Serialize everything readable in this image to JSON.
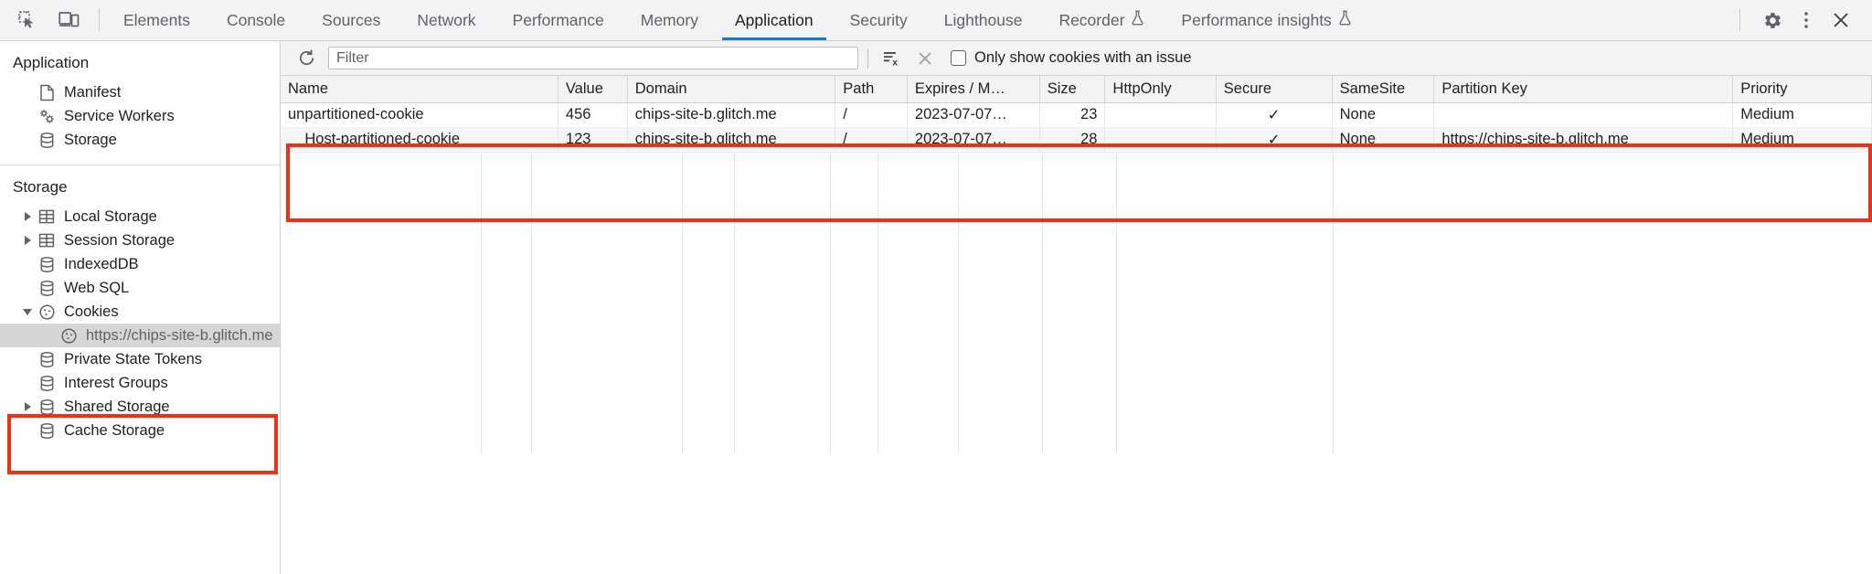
{
  "toolbar": {
    "inspect_icon": "inspect-element-icon",
    "device_icon": "device-toolbar-icon",
    "tabs": [
      {
        "label": "Elements",
        "active": false,
        "experimental": false
      },
      {
        "label": "Console",
        "active": false,
        "experimental": false
      },
      {
        "label": "Sources",
        "active": false,
        "experimental": false
      },
      {
        "label": "Network",
        "active": false,
        "experimental": false
      },
      {
        "label": "Performance",
        "active": false,
        "experimental": false
      },
      {
        "label": "Memory",
        "active": false,
        "experimental": false
      },
      {
        "label": "Application",
        "active": true,
        "experimental": false
      },
      {
        "label": "Security",
        "active": false,
        "experimental": false
      },
      {
        "label": "Lighthouse",
        "active": false,
        "experimental": false
      },
      {
        "label": "Recorder",
        "active": false,
        "experimental": true
      },
      {
        "label": "Performance insights",
        "active": false,
        "experimental": true
      }
    ],
    "settings_icon": "gear-icon",
    "more_icon": "more-vertical-icon",
    "close_icon": "close-icon",
    "accent_color": "#1a73e8"
  },
  "sidebar": {
    "application": {
      "title": "Application",
      "items": [
        {
          "label": "Manifest",
          "icon": "manifest-document-icon"
        },
        {
          "label": "Service Workers",
          "icon": "service-workers-gears-icon"
        },
        {
          "label": "Storage",
          "icon": "database-icon"
        }
      ]
    },
    "storage": {
      "title": "Storage",
      "items": [
        {
          "label": "Local Storage",
          "icon": "table-grid-icon",
          "expandable": true,
          "expanded": false,
          "selected": false,
          "indent": 1
        },
        {
          "label": "Session Storage",
          "icon": "table-grid-icon",
          "expandable": true,
          "expanded": false,
          "selected": false,
          "indent": 1
        },
        {
          "label": "IndexedDB",
          "icon": "database-icon",
          "expandable": false,
          "expanded": false,
          "selected": false,
          "indent": 1
        },
        {
          "label": "Web SQL",
          "icon": "database-icon",
          "expandable": false,
          "expanded": false,
          "selected": false,
          "indent": 1
        },
        {
          "label": "Cookies",
          "icon": "cookie-icon",
          "expandable": true,
          "expanded": true,
          "selected": false,
          "indent": 1
        },
        {
          "label": "https://chips-site-b.glitch.me",
          "icon": "cookie-icon",
          "expandable": false,
          "expanded": false,
          "selected": true,
          "indent": 2
        },
        {
          "label": "Private State Tokens",
          "icon": "database-icon",
          "expandable": false,
          "expanded": false,
          "selected": false,
          "indent": 1
        },
        {
          "label": "Interest Groups",
          "icon": "database-icon",
          "expandable": false,
          "expanded": false,
          "selected": false,
          "indent": 1
        },
        {
          "label": "Shared Storage",
          "icon": "database-icon",
          "expandable": true,
          "expanded": false,
          "selected": false,
          "indent": 1
        },
        {
          "label": "Cache Storage",
          "icon": "database-icon",
          "expandable": false,
          "expanded": false,
          "selected": false,
          "indent": 1
        }
      ]
    }
  },
  "filter_bar": {
    "refresh_icon": "refresh-icon",
    "filter_value": "",
    "filter_placeholder": "Filter",
    "clear_filters_icon": "clear-filters-icon",
    "clear_icon": "clear-x-icon",
    "only_issues_label": "Only show cookies with an issue",
    "only_issues_checked": false
  },
  "cookie_table": {
    "columns": [
      "Name",
      "Value",
      "Domain",
      "Path",
      "Expires / M…",
      "Size",
      "HttpOnly",
      "Secure",
      "SameSite",
      "Partition Key",
      "Priority"
    ],
    "rows": [
      {
        "name": "unpartitioned-cookie",
        "value": "456",
        "domain": "chips-site-b.glitch.me",
        "path": "/",
        "expires": "2023-07-07…",
        "size": "23",
        "httponly": "",
        "secure": "✓",
        "samesite": "None",
        "partition_key": "",
        "priority": "Medium"
      },
      {
        "name": "__Host-partitioned-cookie",
        "value": "123",
        "domain": "chips-site-b.glitch.me",
        "path": "/",
        "expires": "2023-07-07…",
        "size": "28",
        "httponly": "",
        "secure": "✓",
        "samesite": "None",
        "partition_key": "https://chips-site-b.glitch.me",
        "priority": "Medium"
      }
    ]
  },
  "annotations": {
    "highlight_color": "#f03015"
  }
}
